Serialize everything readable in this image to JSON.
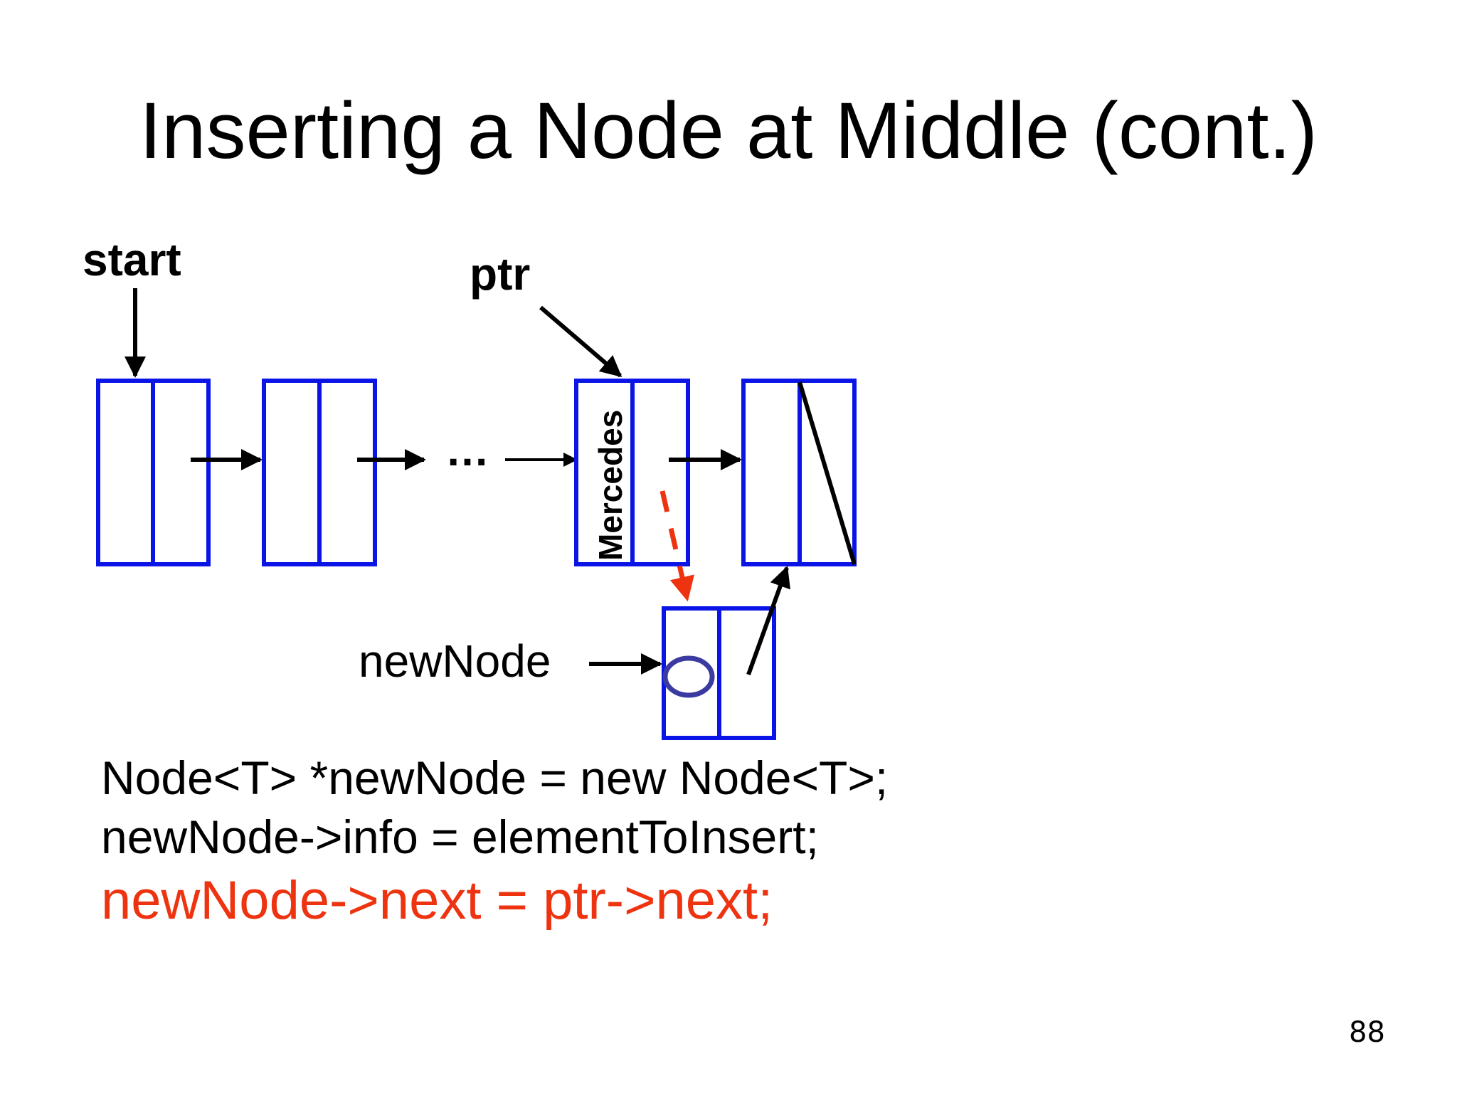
{
  "slide": {
    "title": "Inserting a Node at Middle (cont.)",
    "page_number": "88"
  },
  "diagram": {
    "start_label": "start",
    "ptr_label": "ptr",
    "ellipsis": "…",
    "info_value": "Mercedes",
    "new_node_label": "newNode",
    "colors": {
      "node_border": "#0a14e6",
      "arrow": "#000000",
      "highlight": "#ee3311",
      "empty_marker": "#3a3aa0"
    }
  },
  "code": {
    "line1": "Node<T> *newNode = new Node<T>;",
    "line2": "newNode->info = elementToInsert;",
    "line3": "newNode->next = ptr->next;"
  }
}
